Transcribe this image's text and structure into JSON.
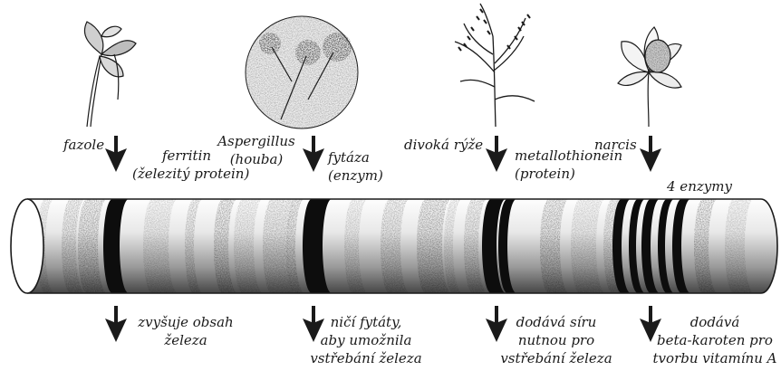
{
  "sources": {
    "bean": {
      "name": "fazole",
      "gene_product": [
        "ferritin",
        "(železitý protein)"
      ],
      "effect": [
        "zvyšuje obsah",
        "železa"
      ],
      "icon": "bean-plant-icon"
    },
    "fungus": {
      "name": [
        "Aspergillus",
        "(houba)"
      ],
      "gene_product": [
        "fytáza",
        "(enzym)"
      ],
      "effect": [
        "ničí fytáty,",
        "aby umožnila",
        "vstřebání železa"
      ],
      "icon": "aspergillus-fungus-icon"
    },
    "wild_rice": {
      "name": "divoká rýže",
      "gene_product": [
        "metallothionein",
        "(protein)"
      ],
      "effect": [
        "dodává síru",
        "nutnou pro",
        "vstřebání železa"
      ],
      "icon": "wild-rice-icon"
    },
    "daffodil": {
      "name": "narcis",
      "gene_product": [
        "4 enzymy"
      ],
      "effect": [
        "dodává",
        "beta-karoten pro",
        "tvorbu vitamínu A"
      ],
      "icon": "daffodil-flower-icon"
    }
  },
  "chromosome_icon": "dna-cylinder-icon",
  "arrow_icon": "down-arrow-icon",
  "colors": {
    "ink": "#1a1a1a",
    "background": "#ffffff"
  }
}
